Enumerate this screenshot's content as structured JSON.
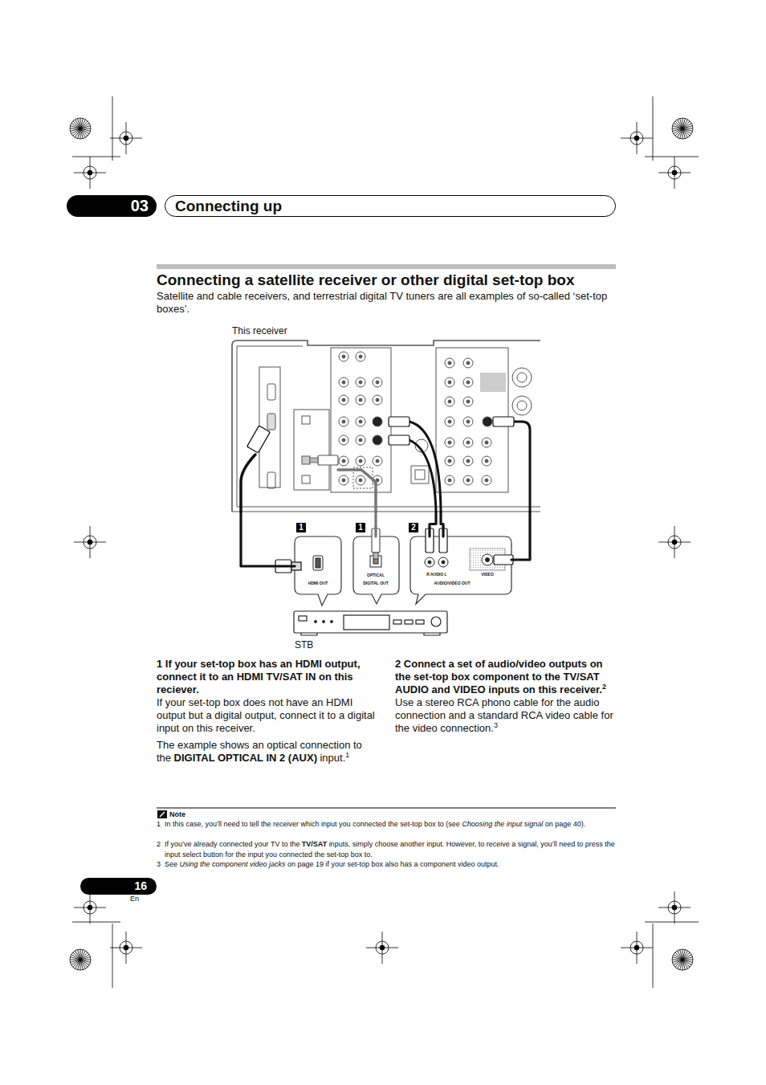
{
  "diagram": {
    "title": "Connecting a satellite receiver or other digital set-top box",
    "nodes": [
      {
        "text": [
          "03"
        ]
      },
      {
        "text": [
          "Connecting up"
        ]
      },
      {
        "text": [
          "This receiver"
        ]
      },
      {
        "text": [
          "HDMI OUT"
        ]
      },
      {
        "text": [
          "OPTICAL",
          "DIGITAL OUT"
        ]
      },
      {
        "text": [
          "R",
          "AUDIO",
          "L",
          "VIDEO",
          "AUDIO/VIDEO OUT"
        ]
      },
      {
        "text": [
          "STB"
        ]
      },
      {
        "text": [
          "16"
        ]
      }
    ],
    "edges": [
      {
        "from": 3,
        "to": 2,
        "arrow": "none"
      },
      {
        "from": 4,
        "to": 2,
        "arrow": "none"
      },
      {
        "from": 5,
        "to": 2,
        "arrow": "none"
      },
      {
        "from": 5,
        "to": 2,
        "arrow": "none"
      },
      {
        "from": 5,
        "to": 2,
        "arrow": "none"
      }
    ],
    "labels": [
      "1",
      "1",
      "2",
      "Satellite and cable receivers, and terrestrial digital TV tuners are all examples of so-called ‘set-top boxes’.",
      "1 If your set-top box has an HDMI output, connect it to an HDMI TV/SAT IN on this reciever.",
      "If your set-top box does not have an HDMI output but a digital output, connect it to a digital input on this receiver.",
      "The example shows an optical connection to the",
      "DIGITAL OPTICAL IN 2 (AUX)",
      "input.",
      "1",
      "2 Connect a set of audio/video outputs on the set-top box component to the TV/SAT AUDIO and VIDEO inputs on this receiver.",
      "2",
      "Use a stereo RCA phono cable for the audio connection and a standard RCA video cable for the video connection.",
      "3",
      "Note",
      "1",
      "In this case, you’ll need to tell the receiver which input you connected the set-top box to (see",
      "Choosing the input signal",
      "on page 40).",
      "2",
      "If you’ve already connected your TV to the",
      "TV/SAT",
      "inputs, simply choose another input. However, to receive a signal, you’ll need to press the input select button for the input you connected the set-top box to.",
      "3",
      "See",
      "Using the component video jacks",
      "on page 19 if your set-top box also has a component video output.",
      "En"
    ]
  }
}
